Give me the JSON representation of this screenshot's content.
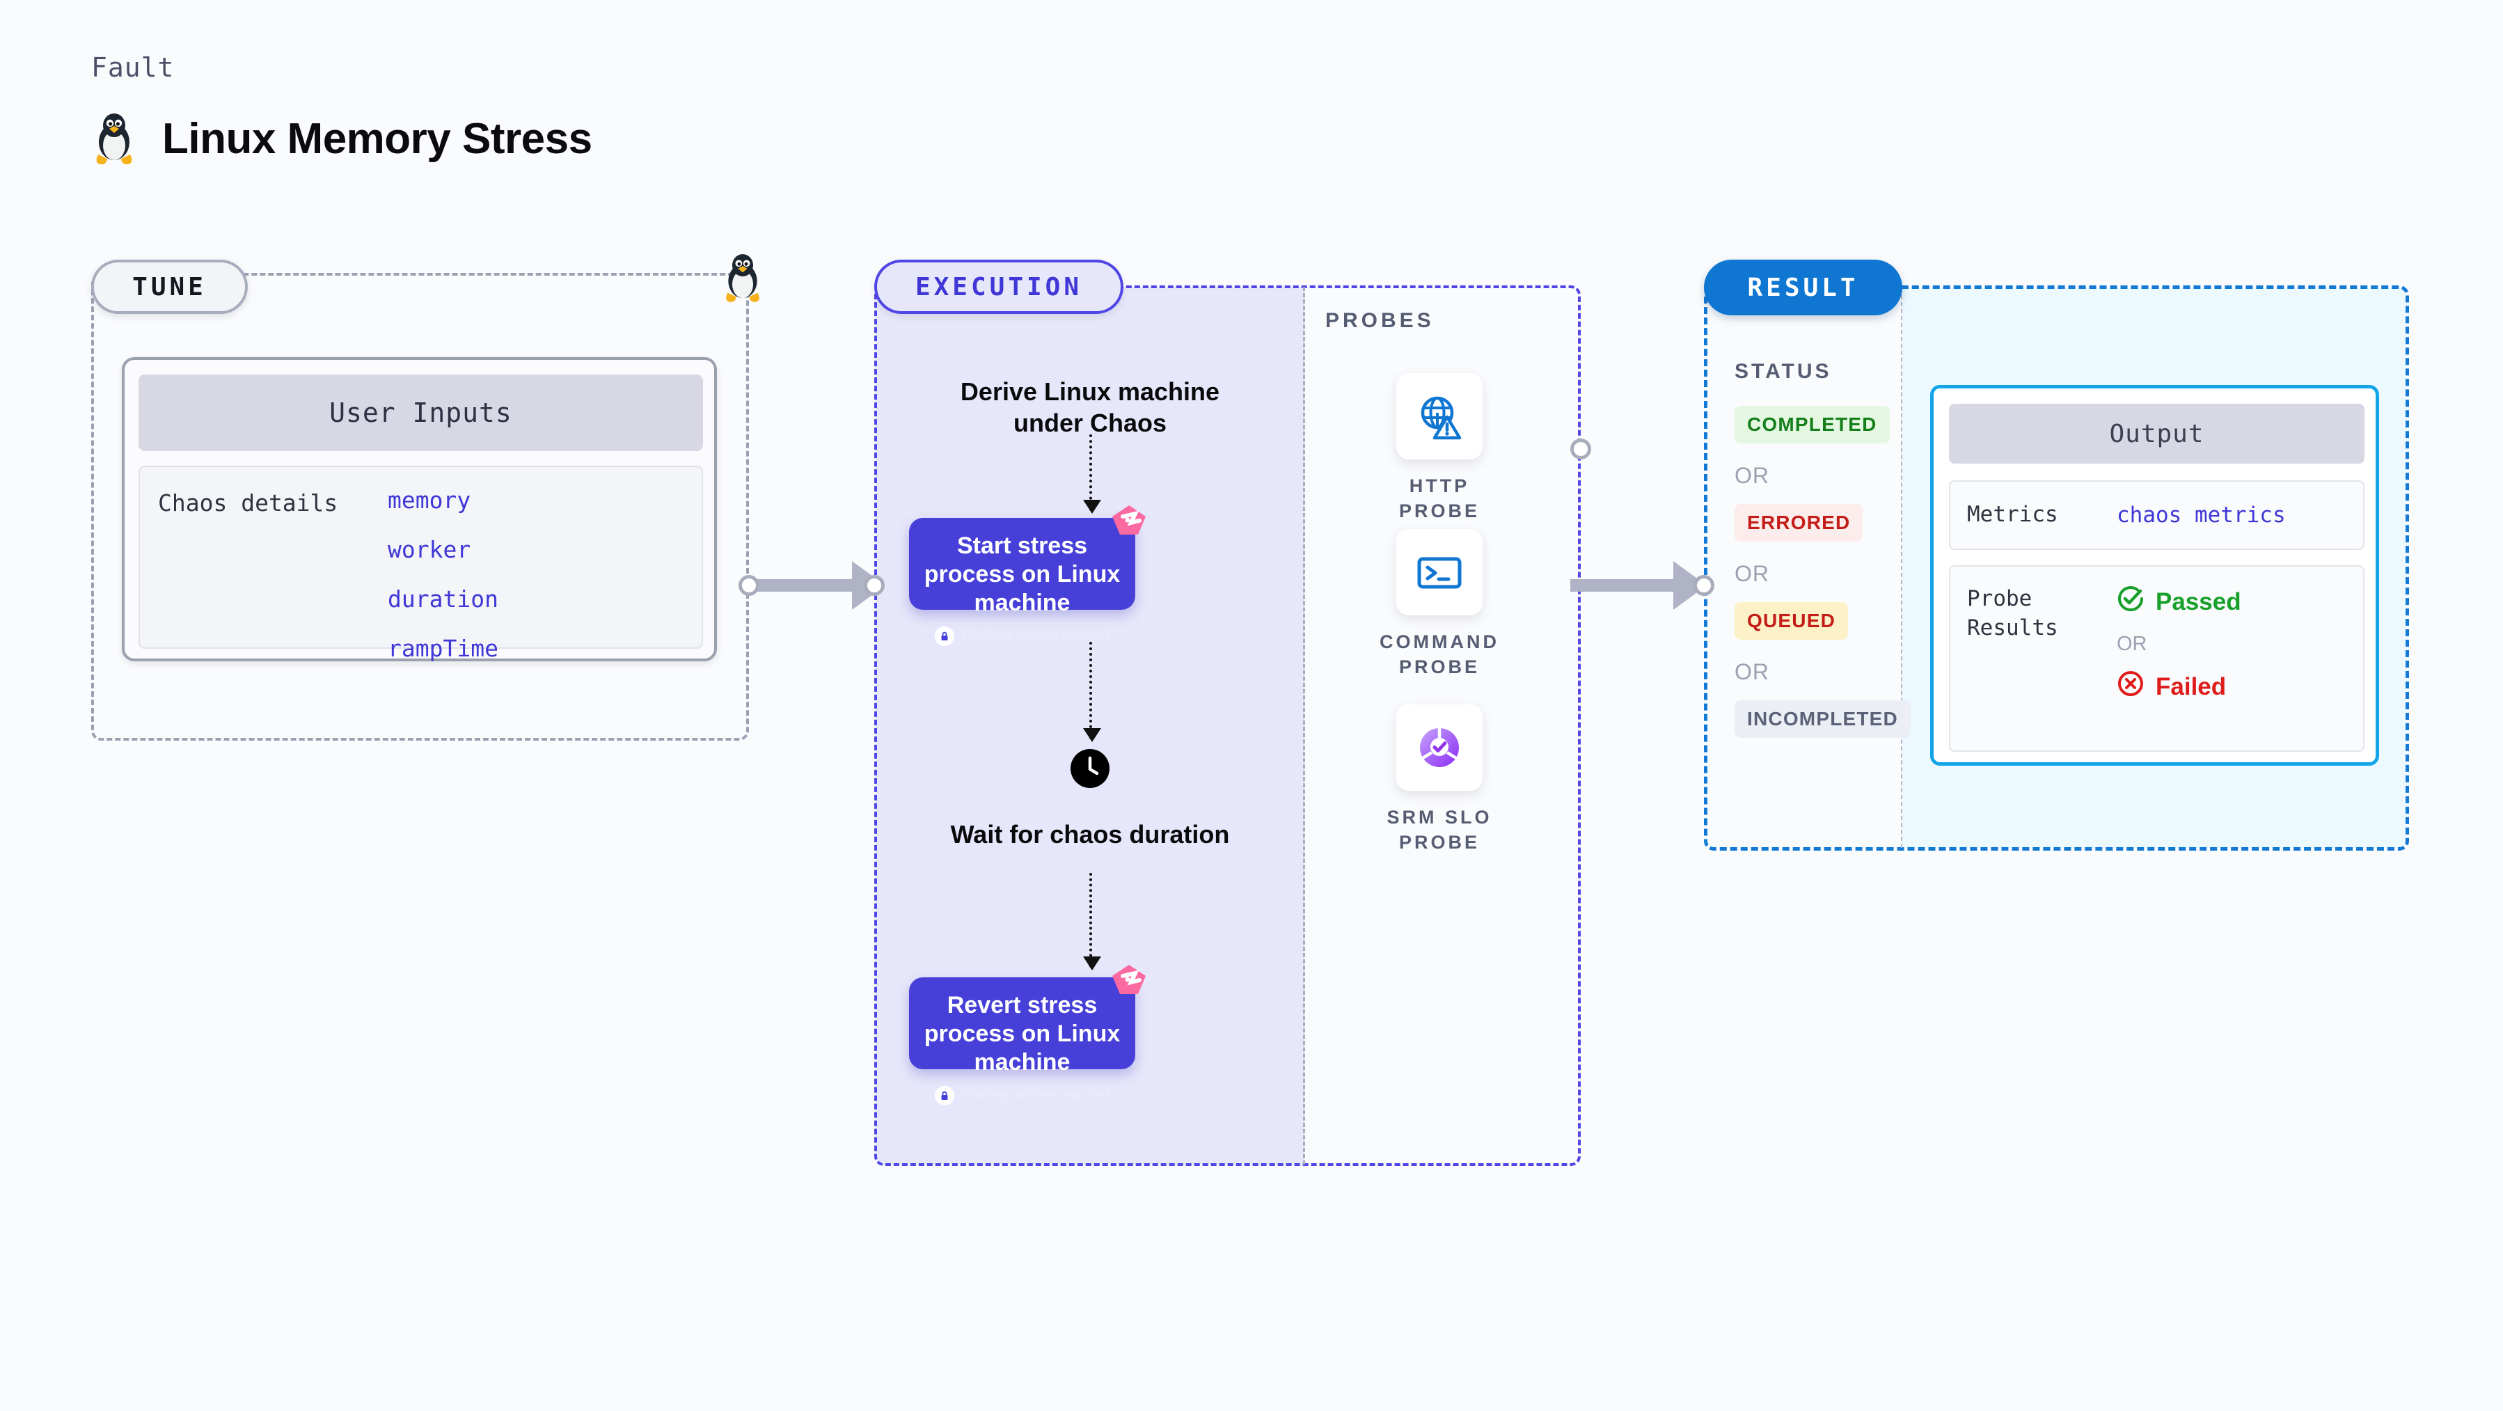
{
  "header": {
    "kicker": "Fault",
    "title": "Linux Memory Stress",
    "icon": "linux-tux-icon"
  },
  "tune": {
    "pill_label": "TUNE",
    "corner_icon": "linux-tux-icon",
    "card": {
      "header": "User Inputs",
      "key": "Chaos details",
      "values": [
        "memory",
        "worker",
        "duration",
        "rampTime"
      ]
    }
  },
  "execution": {
    "pill_label": "EXECUTION",
    "steps": [
      {
        "type": "label",
        "text": "Derive Linux machine under Chaos"
      },
      {
        "type": "node",
        "title": "Start stress process on Linux machine",
        "privilege_note": "Privilege access required",
        "badge_icon": "litmus-chaos-icon",
        "lock_icon": "lock-icon"
      },
      {
        "type": "label",
        "text": "Wait for chaos duration",
        "icon": "clock-icon"
      },
      {
        "type": "node",
        "title": "Revert stress process on Linux machine",
        "privilege_note": "Privilege access required",
        "badge_icon": "litmus-chaos-icon",
        "lock_icon": "lock-icon"
      }
    ]
  },
  "probes": {
    "title": "PROBES",
    "items": [
      {
        "name": "HTTP PROBE",
        "icon": "globe-warning-icon"
      },
      {
        "name": "COMMAND PROBE",
        "icon": "terminal-icon"
      },
      {
        "name": "SRM SLO PROBE",
        "icon": "slo-donut-check-icon"
      }
    ]
  },
  "result": {
    "pill_label": "RESULT",
    "status_title": "STATUS",
    "or_label": "OR",
    "statuses": [
      {
        "label": "COMPLETED",
        "color": "#157f1b",
        "bg": "#e4f7e1"
      },
      {
        "label": "ERRORED",
        "color": "#c41d17",
        "bg": "#fceceb"
      },
      {
        "label": "QUEUED",
        "color": "#c41d17",
        "bg": "#fdf1c8"
      },
      {
        "label": "INCOMPLETED",
        "color": "#5b6176",
        "bg": "#eceef5"
      }
    ],
    "output": {
      "header": "Output",
      "metrics_key": "Metrics",
      "metrics_value": "chaos metrics",
      "probe_results_key": "Probe Results",
      "passed_label": "Passed",
      "failed_label": "Failed",
      "or_label": "OR",
      "passed_icon": "check-circle-icon",
      "failed_icon": "x-circle-icon"
    }
  },
  "colors": {
    "node_purple": "#4640d8",
    "exec_fill": "#e7e7fb",
    "exec_border": "#4f46e5",
    "result_border": "#1279d4",
    "result_fill": "#ecfaff",
    "output_border": "#13a5e8",
    "litmus_pink": "#fa6aa0",
    "connector_grey": "#b0b2c6"
  }
}
